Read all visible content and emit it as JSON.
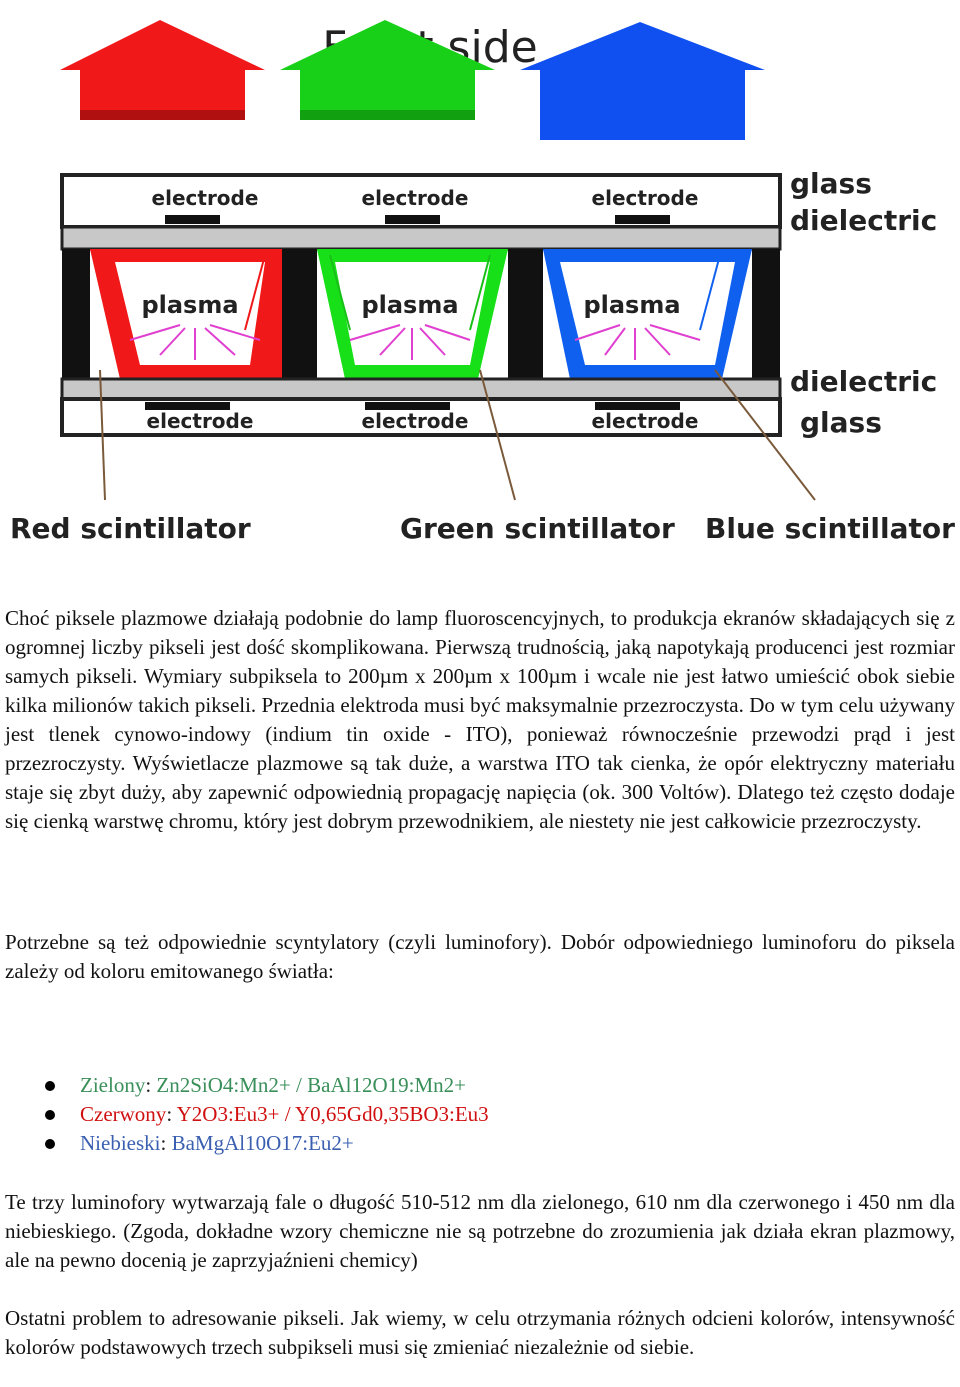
{
  "figure": {
    "title": "Front side",
    "right_labels_top": [
      "glass",
      "dielectric"
    ],
    "right_labels_bottom": [
      "dielectric",
      "glass"
    ],
    "top_electrode_label": "electrode",
    "bottom_electrode_label": "electrode",
    "plasma_label": "plasma",
    "scintillators": [
      "Red scintillator",
      "Green scintillator",
      "Blue scintillator"
    ],
    "colors": {
      "red": "#f01818",
      "green": "#18e018",
      "blue": "#1060f0",
      "arrow_pink": "#e040d0",
      "dark": "#1a1a1a"
    }
  },
  "text": {
    "paragraph1": "Choć piksele plazmowe działają podobnie do lamp fluoroscencyjnych, to produkcja ekranów składających się z ogromnej liczby pikseli jest dość skomplikowana. Pierwszą trudnością, jaką napotykają producenci jest rozmiar samych pikseli. Wymiary subpiksela to 200µm x 200µm x 100µm i wcale nie jest łatwo umieścić obok siebie kilka milionów takich pikseli. Przednia elektroda musi być maksymalnie przezroczysta. Do w tym celu używany jest tlenek cynowo-indowy (indium tin oxide - ITO), ponieważ równocześnie przewodzi prąd i jest przezroczysty. Wyświetlacze plazmowe są tak duże, a warstwa ITO tak cienka, że opór elektryczny materiału staje się zbyt duży, aby zapewnić odpowiednią propagację napięcia (ok. 300 Voltów). Dlatego też często dodaje się cienką warstwę chromu, który jest dobrym przewodnikiem, ale niestety nie jest całkowicie przezroczysty.",
    "paragraph2": "Potrzebne są też odpowiednie scyntylatory (czyli luminofory). Dobór odpowiedniego luminoforu do piksela zależy od koloru emitowanego światła:",
    "phosphors": [
      {
        "name": "Zielony",
        "formula": "Zn2SiO4:Mn2+ / BaAl12O19:Mn2+",
        "color": "#3a8f5a"
      },
      {
        "name": "Czerwony",
        "formula": "Y2O3:Eu3+ / Y0,65Gd0,35BO3:Eu3",
        "color": "#d01010"
      },
      {
        "name": "Niebieski",
        "formula": "BaMgAl10O17:Eu2+",
        "color": "#3a5fb0"
      }
    ],
    "paragraph3": "Te trzy luminofory wytwarzają fale o długość 510-512 nm dla zielonego, 610 nm dla czerwonego i 450 nm dla niebieskiego. (Zgoda, dokładne wzory chemiczne nie są potrzebne do zrozumienia jak działa ekran plazmowy, ale na pewno docenią je zaprzyjaźnieni chemicy)",
    "paragraph4": "Ostatni problem to adresowanie pikseli. Jak wiemy, w celu otrzymania różnych odcieni kolorów, intensywność kolorów podstawowych trzech subpikseli musi się zmieniać niezależnie od siebie."
  }
}
